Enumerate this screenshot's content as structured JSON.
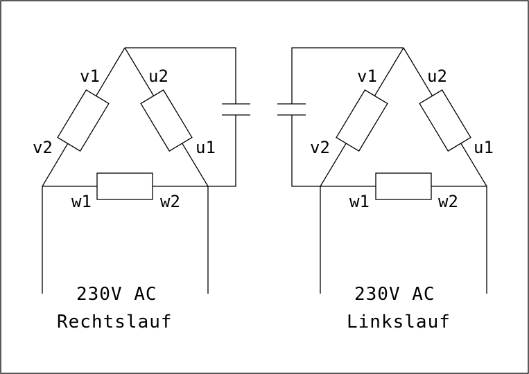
{
  "left_circuit": {
    "labels": {
      "v1": "v1",
      "v2": "v2",
      "u1": "u1",
      "u2": "u2",
      "w1": "w1",
      "w2": "w2"
    },
    "voltage": "230V AC",
    "direction": "Rechtslauf"
  },
  "right_circuit": {
    "labels": {
      "v1": "v1",
      "v2": "v2",
      "u1": "u1",
      "u2": "u2",
      "w1": "w1",
      "w2": "w2"
    },
    "voltage": "230V AC",
    "direction": "Linkslauf"
  }
}
